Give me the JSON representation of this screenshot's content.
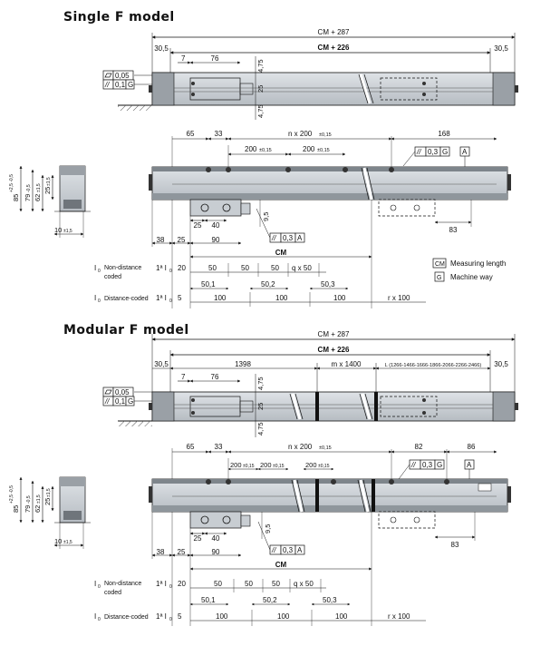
{
  "titles": {
    "single": "Single F model",
    "modular": "Modular F model"
  },
  "single": {
    "top": {
      "cm_287": "CM + 287",
      "cm_226": "CM + 226",
      "end_l": "30,5",
      "end_r": "30,5",
      "d7": "7",
      "d76": "76",
      "d475a": "4,75",
      "d25": "25",
      "d475b": "4,75",
      "flat_val": "0,05",
      "par_val": "0,1",
      "par_ref": "G"
    },
    "side": {
      "h85": "85",
      "h85_tol": "+2,5 -0,5",
      "h79": "79",
      "h79_tol": "-0,5",
      "h62": "62",
      "h62_tol": "±1,5",
      "h25": "25",
      "h25_tol": "±1,5",
      "w10": "10",
      "w10_tol": "±1,5"
    },
    "front": {
      "d65": "65",
      "d33": "33",
      "nx200": "n x 200",
      "nx200_tol": "±0,15",
      "d168": "168",
      "d200a": "200",
      "d200a_tol": "±0,15",
      "d200b": "200",
      "d200b_tol": "±0,15",
      "par_val": "0,3",
      "par_ref": "G",
      "datum": "A",
      "d25": "25",
      "d40": "40",
      "d95": "9,5",
      "par2_val": "0,3",
      "par2_ref": "A",
      "d83": "83",
      "d38": "38",
      "d25b": "25",
      "d90": "90",
      "cm": "CM"
    },
    "legend": {
      "cm_box": "CM",
      "cm_text": "Measuring length",
      "g_box": "G",
      "g_text": "Machine way"
    },
    "table": {
      "l0": "I",
      "l0_sub": "0",
      "nd_label": "Non-distance",
      "nd_label2": "coded",
      "first_l0": "1ª I",
      "first_l0_sub": "0",
      "nd": [
        "20",
        "50",
        "50",
        "50",
        "q x 50"
      ],
      "dc_sub": [
        "50,1",
        "50,2",
        "50,3"
      ],
      "dc_label": "Distance-coded",
      "dc": [
        "5",
        "100",
        "100",
        "100",
        "r x 100"
      ]
    }
  },
  "modular": {
    "top": {
      "cm_287": "CM + 287",
      "cm_226": "CM + 226",
      "end_l": "30,5",
      "d1398": "1398",
      "mx1400": "m x 1400",
      "lseries": "L (1266-1466-1666-1866-2066-2266-2466)",
      "end_r": "30,5",
      "d7": "7",
      "d76": "76",
      "d475a": "4,75",
      "d25": "25",
      "d475b": "4,75",
      "flat_val": "0,05",
      "par_val": "0,1",
      "par_ref": "G"
    },
    "side": {
      "h85": "85",
      "h85_tol": "+2,5 -0,5",
      "h79": "79",
      "h79_tol": "-0,5",
      "h62": "62",
      "h62_tol": "±1,5",
      "h25": "25",
      "h25_tol": "±1,5",
      "w10": "10",
      "w10_tol": "±1,5"
    },
    "front": {
      "d65": "65",
      "d33": "33",
      "nx200": "n x 200",
      "nx200_tol": "±0,15",
      "d82": "82",
      "d86": "86",
      "d200a": "200",
      "d200b": "200",
      "d200c": "200",
      "d200_tol": "±0,15",
      "par_val": "0,3",
      "par_ref": "G",
      "datum": "A",
      "d25": "25",
      "d40": "40",
      "d95": "9,5",
      "par2_val": "0,3",
      "par2_ref": "A",
      "d83": "83",
      "d38": "38",
      "d25b": "25",
      "d90": "90",
      "cm": "CM"
    },
    "table": {
      "l0": "I",
      "l0_sub": "0",
      "nd_label": "Non-distance",
      "nd_label2": "coded",
      "first_l0": "1ª I",
      "first_l0_sub": "0",
      "nd": [
        "20",
        "50",
        "50",
        "50",
        "q x 50"
      ],
      "dc_sub": [
        "50,1",
        "50,2",
        "50,3"
      ],
      "dc_label": "Distance-coded",
      "dc": [
        "5",
        "100",
        "100",
        "100",
        "r x 100"
      ]
    }
  },
  "colors": {
    "body": "#c8cdd2",
    "body_dark": "#8d949a",
    "line": "#1a1a1a",
    "hatch": "#555555"
  }
}
